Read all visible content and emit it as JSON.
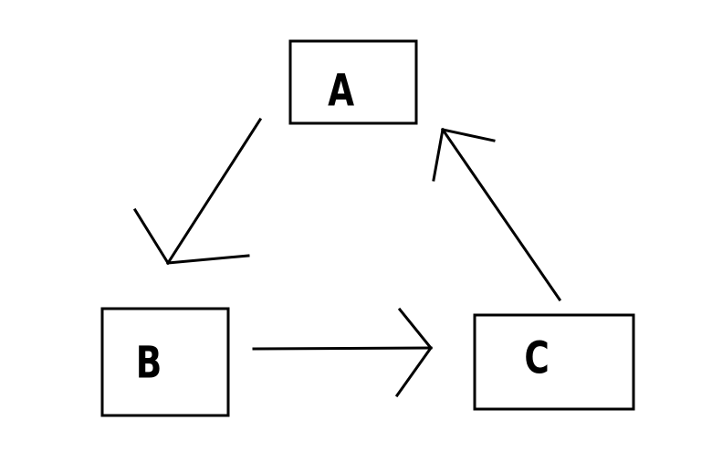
{
  "nodes": {
    "a": {
      "label": "A"
    },
    "b": {
      "label": "B"
    },
    "c": {
      "label": "C"
    }
  },
  "edges": [
    {
      "from": "A",
      "to": "B"
    },
    {
      "from": "B",
      "to": "C"
    },
    {
      "from": "C",
      "to": "A"
    }
  ],
  "colors": {
    "background": "#ffffff",
    "stroke": "#000000",
    "text": "#000000"
  }
}
